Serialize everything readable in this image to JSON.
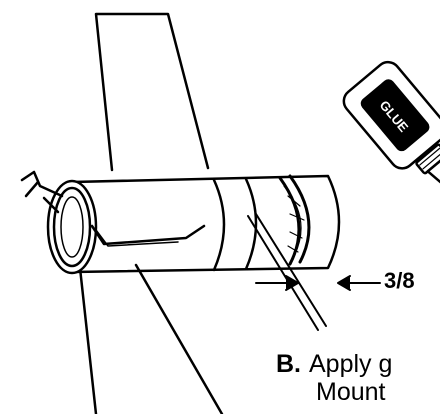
{
  "diagram": {
    "bottle_label": "GLUE",
    "measurement": "3/8",
    "step": {
      "letter": "B.",
      "line1": "Apply g",
      "line2": "Mount"
    }
  },
  "colors": {
    "ink": "#000000",
    "paper": "#ffffff"
  }
}
